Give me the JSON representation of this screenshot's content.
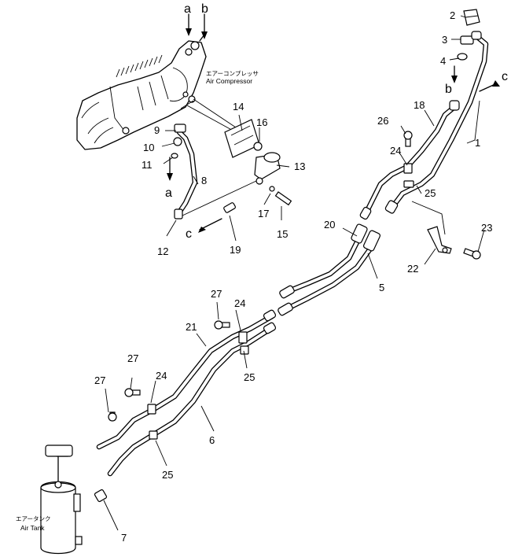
{
  "labels": {
    "compressor_jp": "エアーコンプレッサ",
    "compressor_en": "Air Compressor",
    "tank_jp": "エアータンク",
    "tank_en": "Air Tank"
  },
  "connectors": {
    "a_top": "a",
    "b_top": "b",
    "a_left": "a",
    "b_right": "b",
    "c_left": "c",
    "c_right": "c"
  },
  "callouts": {
    "p1": "1",
    "p2": "2",
    "p3": "3",
    "p4": "4",
    "p5": "5",
    "p6": "6",
    "p7": "7",
    "p8": "8",
    "p9": "9",
    "p10": "10",
    "p11": "11",
    "p12": "12",
    "p13": "13",
    "p14": "14",
    "p15": "15",
    "p16": "16",
    "p17": "17",
    "p18": "18",
    "p19": "19",
    "p20": "20",
    "p21": "21",
    "p22": "22",
    "p23": "23",
    "p24a": "24",
    "p24b": "24",
    "p24c": "24",
    "p25a": "25",
    "p25b": "25",
    "p25c": "25",
    "p26": "26",
    "p27a": "27",
    "p27b": "27",
    "p27c": "27"
  }
}
